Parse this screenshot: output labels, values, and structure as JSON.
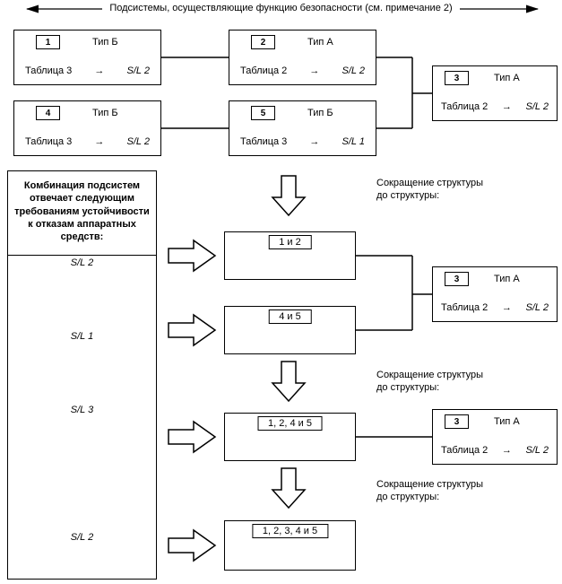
{
  "header": {
    "title": "Подсистемы, осуществляющие функцию безопасности (см. примечание 2)"
  },
  "subsystems": [
    {
      "id": "1",
      "type": "Тип Б",
      "table": "Таблица 3",
      "arrow": "→",
      "sil": "S/L 2"
    },
    {
      "id": "2",
      "type": "Тип А",
      "table": "Таблица 2",
      "arrow": "→",
      "sil": "S/L 2"
    },
    {
      "id": "3",
      "type": "Тип А",
      "table": "Таблица 2",
      "arrow": "→",
      "sil": "S/L 2"
    },
    {
      "id": "4",
      "type": "Тип Б",
      "table": "Таблица 3",
      "arrow": "→",
      "sil": "S/L 2"
    },
    {
      "id": "5",
      "type": "Тип Б",
      "table": "Таблица 3",
      "arrow": "→",
      "sil": "S/L 1"
    }
  ],
  "left_panel": {
    "header": "Комбинация подсистем отвечает следующим требованиям устойчивости к отказам аппаратных средств:",
    "levels": [
      "S/L 2",
      "S/L 1",
      "S/L 3",
      "S/L 2"
    ]
  },
  "combinations": [
    {
      "label": "1 и 2"
    },
    {
      "label": "4 и 5"
    },
    {
      "label": "1, 2, 4 и 5"
    },
    {
      "label": "1, 2, 3, 4 и 5"
    }
  ],
  "reduction_note": "Сокращение структуры\nдо структуры:",
  "colors": {
    "line": "#000000",
    "background": "#ffffff"
  }
}
